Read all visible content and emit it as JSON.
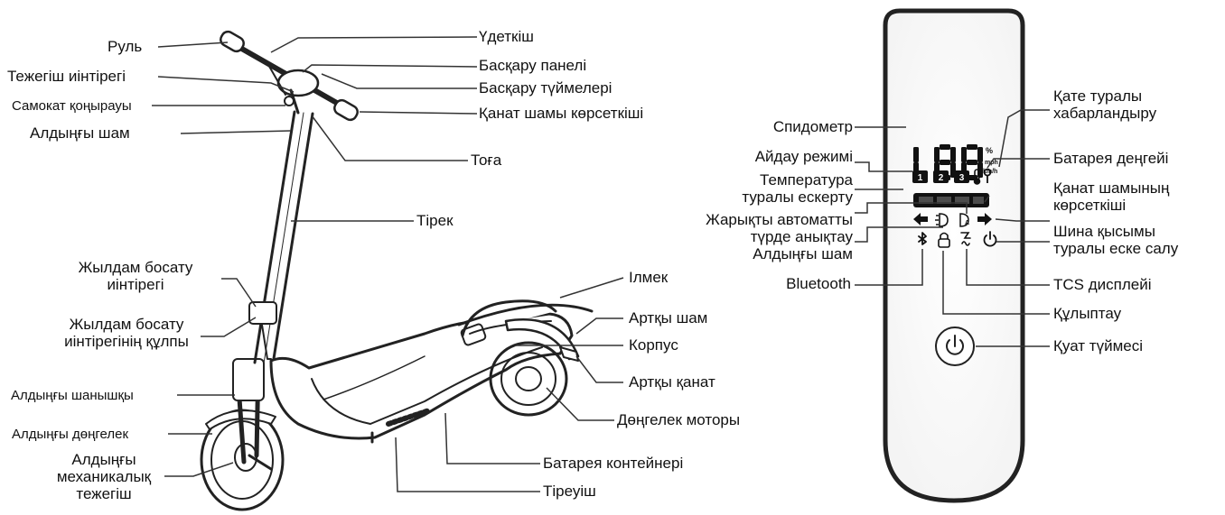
{
  "scooter": {
    "labels": {
      "handlebar": "Руль",
      "brake_lever": "Тежегіш иінтірегі",
      "bell": "Самокат қоңырауы",
      "headlight": "Алдыңғы шам",
      "throttle": "Үдеткіш",
      "dashboard": "Басқару панелі",
      "control_buttons": "Басқару түймелері",
      "turn_signal": "Қанат шамы көрсеткіші",
      "clamp": "Тоға",
      "stem": "Тірек",
      "qr_lever_1": "Жылдам босату",
      "qr_lever_2": "иінтірегі",
      "qr_lock_1": "Жылдам босату",
      "qr_lock_2": "иінтірегінің құлпы",
      "hook": "Ілмек",
      "rear_light": "Артқы шам",
      "body": "Корпус",
      "rear_fender": "Артқы қанат",
      "front_fork": "Алдыңғы шанышқы",
      "hub_motor": "Дөңгелек моторы",
      "front_wheel": "Алдыңғы дөңгелек",
      "front_brake_1": "Алдыңғы",
      "front_brake_2": "механикалық",
      "front_brake_3": "тежегіш",
      "battery_box": "Батарея контейнері",
      "kickstand": "Тіреуіш"
    }
  },
  "display": {
    "speed_digits": "188",
    "unit_percent": "%",
    "unit_mph": "mph",
    "unit_kmh": "km/h",
    "modes": [
      "1",
      "2",
      "3"
    ],
    "labels": {
      "error_1": "Қате туралы",
      "error_2": "хабарландыру",
      "speedometer": "Спидометр",
      "battery_level": "Батарея деңгейі",
      "ride_mode": "Айдау режимі",
      "temp_1": "Температура",
      "temp_2": "туралы ескерту",
      "turn_1": "Қанат шамының",
      "turn_2": "көрсеткіші",
      "auto_light_1": "Жарықты автоматты",
      "auto_light_2": "түрде анықтау",
      "headlight": "Алдыңғы шам",
      "tire_1": "Шина қысымы",
      "tire_2": "туралы еске салу",
      "bluetooth": "Bluetooth",
      "tcs": "TCS дисплейі",
      "lock": "Құлыптау",
      "power": "Қуат түймесі"
    }
  }
}
